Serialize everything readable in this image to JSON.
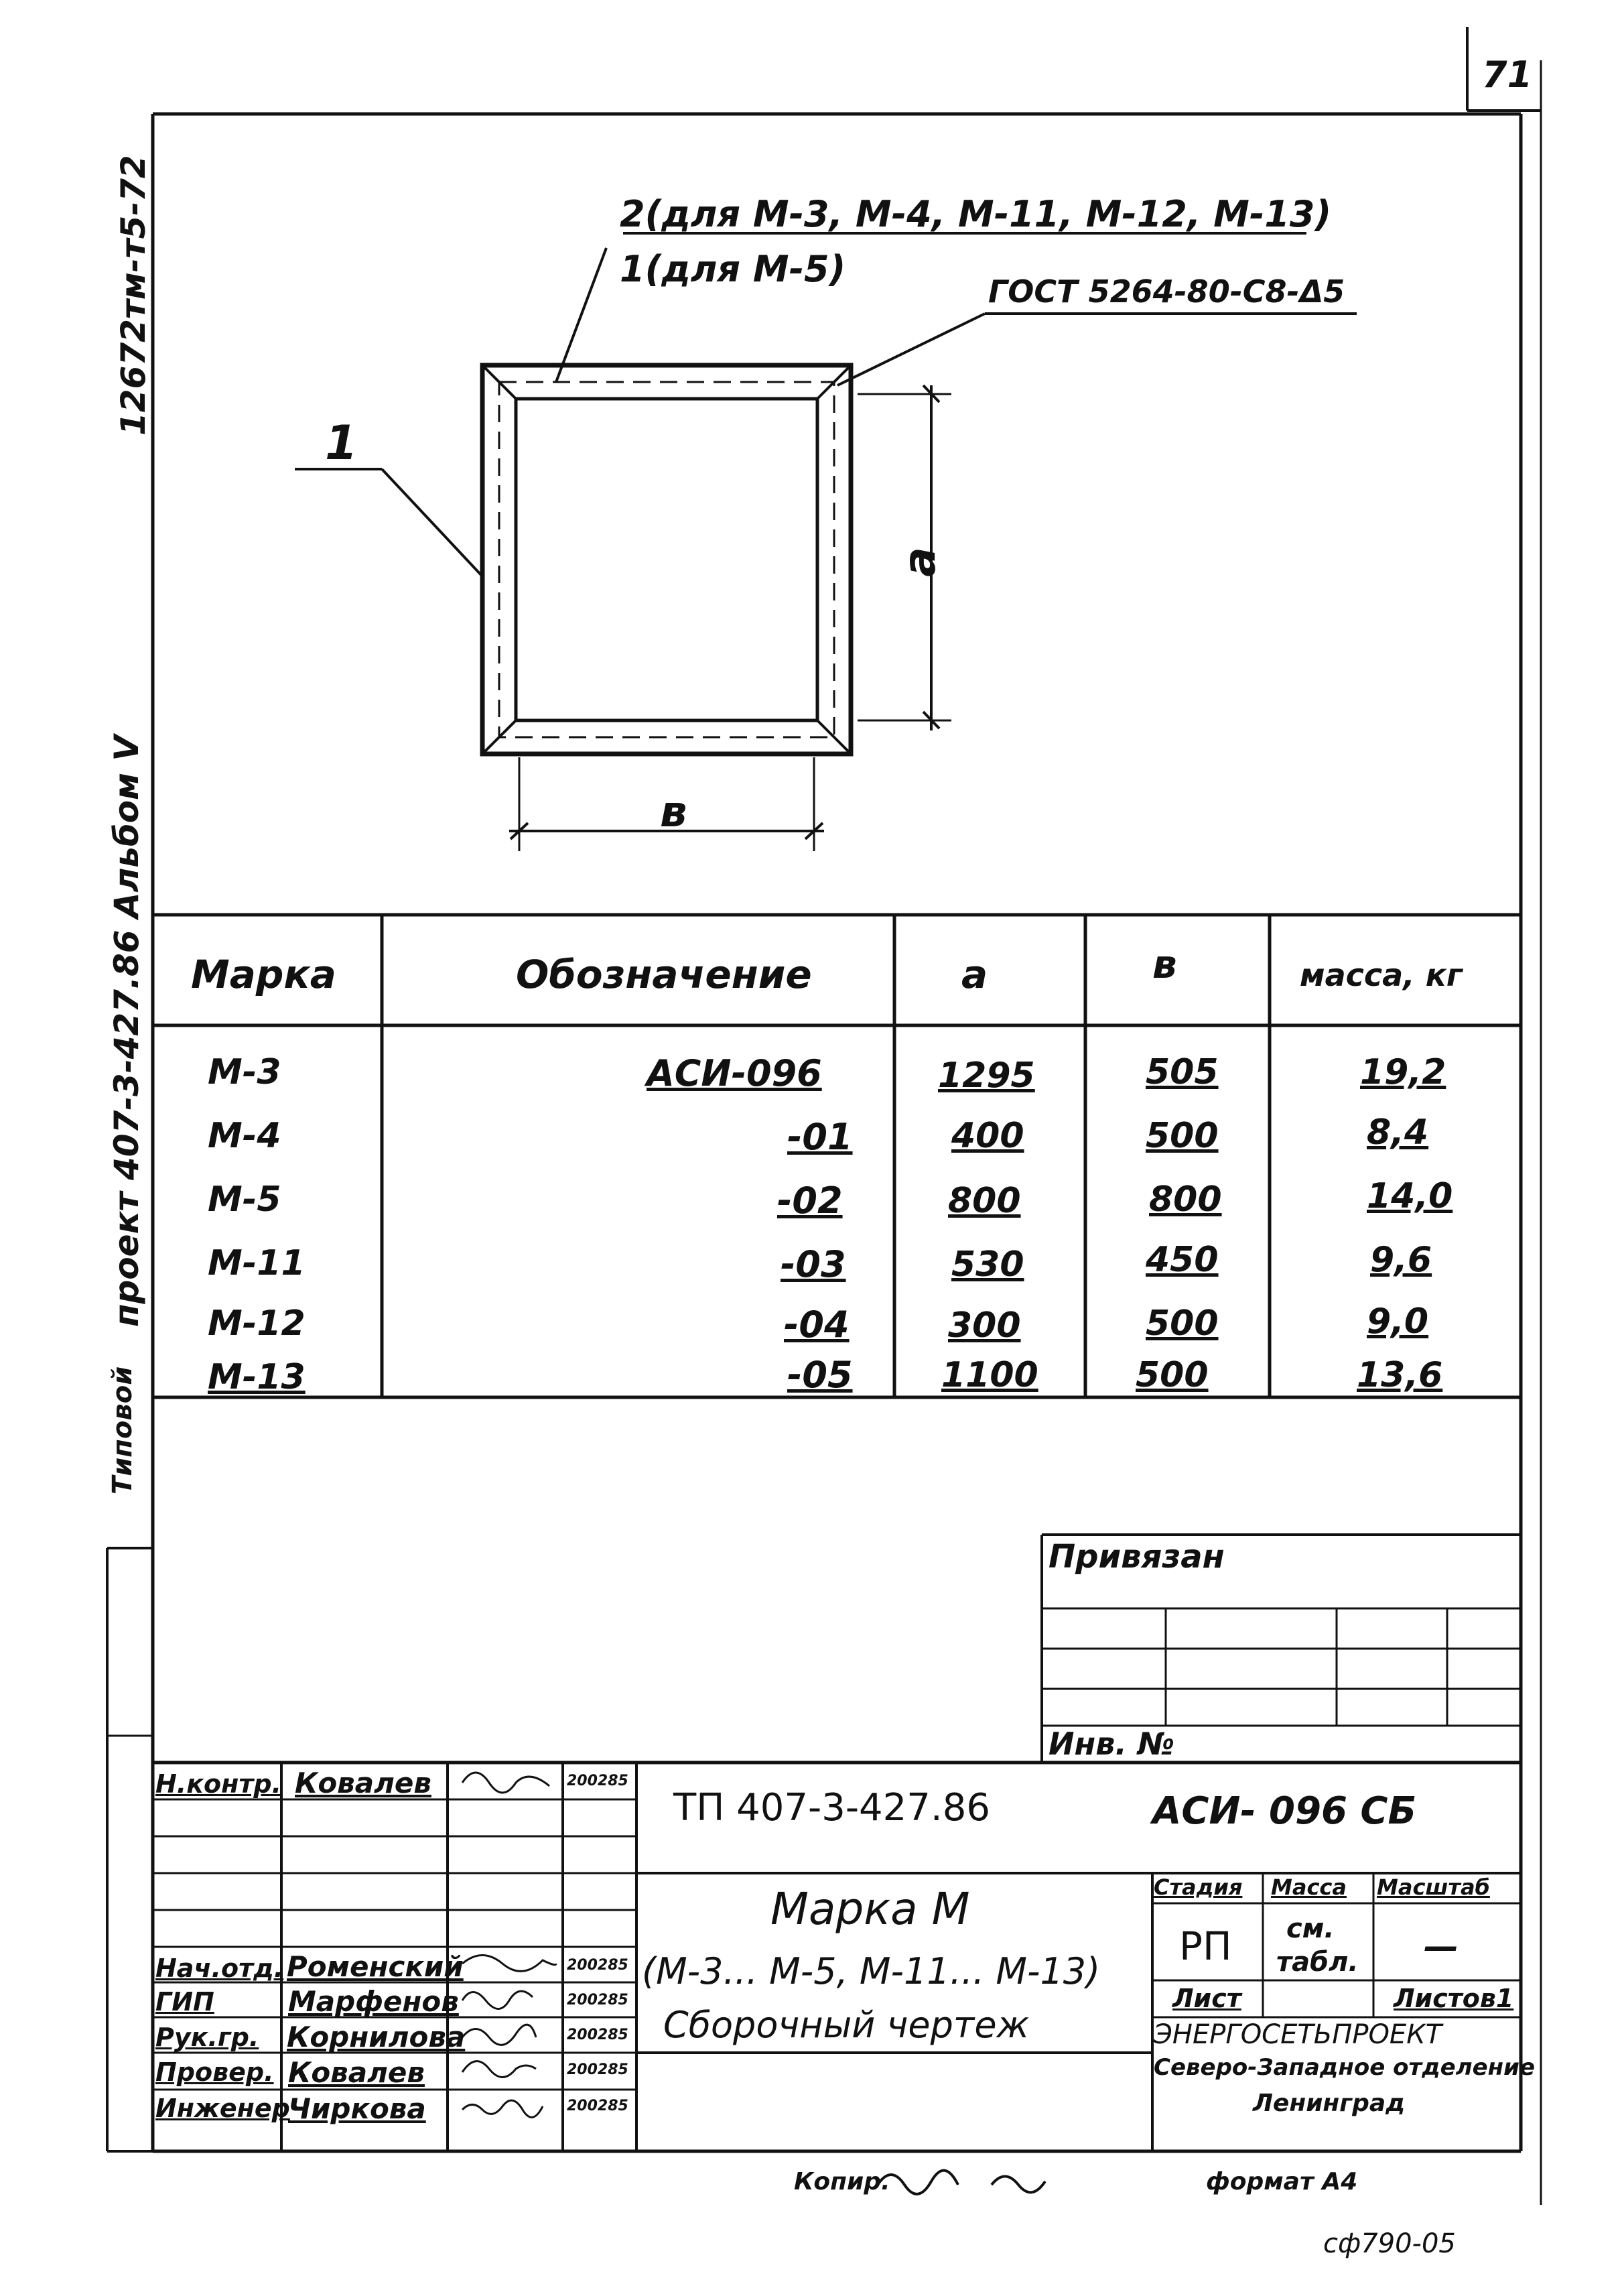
{
  "sheet_number": "71",
  "side": {
    "code": "12672тм-т5-72",
    "project": "проект 407-3-427.86 Альбом V",
    "prefix": "Типовой"
  },
  "drawing": {
    "leader_line1": "2(для М-3, М-4, М-11, М-12, М-13)",
    "leader_line2": "1(для М-5)",
    "weld_note": "ГОСТ 5264-80-С8-Δ5",
    "part_label": "1",
    "dim_a": "a",
    "dim_b": "в"
  },
  "table": {
    "headers": [
      "Марка",
      "Обозначение",
      "a",
      "в",
      "масса, кг"
    ],
    "rows": [
      [
        "М-3",
        "АСИ-096",
        "1295",
        "505",
        "19,2"
      ],
      [
        "М-4",
        "-01",
        "400",
        "500",
        "8,4"
      ],
      [
        "М-5",
        "-02",
        "800",
        "800",
        "14,0"
      ],
      [
        "М-11",
        "-03",
        "530",
        "450",
        "9,6"
      ],
      [
        "М-12",
        "-04",
        "300",
        "500",
        "9,0"
      ],
      [
        "М-13",
        "-05",
        "1100",
        "500",
        "13,6"
      ]
    ]
  },
  "binding": {
    "title": "Привязан",
    "inv_label": "Инв. №"
  },
  "title_block": {
    "signers": [
      {
        "role": "Н.контр.",
        "name": "Ковалев",
        "date": "200285"
      },
      {
        "role": "",
        "name": "",
        "date": ""
      },
      {
        "role": "",
        "name": "",
        "date": ""
      },
      {
        "role": "",
        "name": "",
        "date": ""
      },
      {
        "role": "Нач.отд.",
        "name": "Роменский",
        "date": "200285"
      },
      {
        "role": "ГИП",
        "name": "Марфенов",
        "date": "200285"
      },
      {
        "role": "Рук.гр.",
        "name": "Корнилова",
        "date": "200285"
      },
      {
        "role": "Провер.",
        "name": "Ковалев",
        "date": "200285"
      },
      {
        "role": "Инженер",
        "name": "Чиркова",
        "date": "200285"
      }
    ],
    "doc_number": "ТП 407-3-427.86",
    "doc_code": "АСИ- 096 СБ",
    "title1": "Марка М",
    "title2": "(М-3... М-5, М-11... М-13)",
    "title3": "Сборочный чертеж",
    "stage_label": "Стадия",
    "mass_label": "Масса",
    "scale_label": "Масштаб",
    "stage": "РП",
    "mass_val1": "см.",
    "mass_val2": "табл.",
    "scale_val": "—",
    "sheet_label": "Лист",
    "sheets_label": "Листов1",
    "org1": "ЭНЕРГОСЕТЬПРОЕКТ",
    "org2": "Северо-Западное отделение",
    "org3": "Ленинград"
  },
  "footer": {
    "copied": "Копир.",
    "format": "формат А4",
    "code": "сф790-05"
  }
}
